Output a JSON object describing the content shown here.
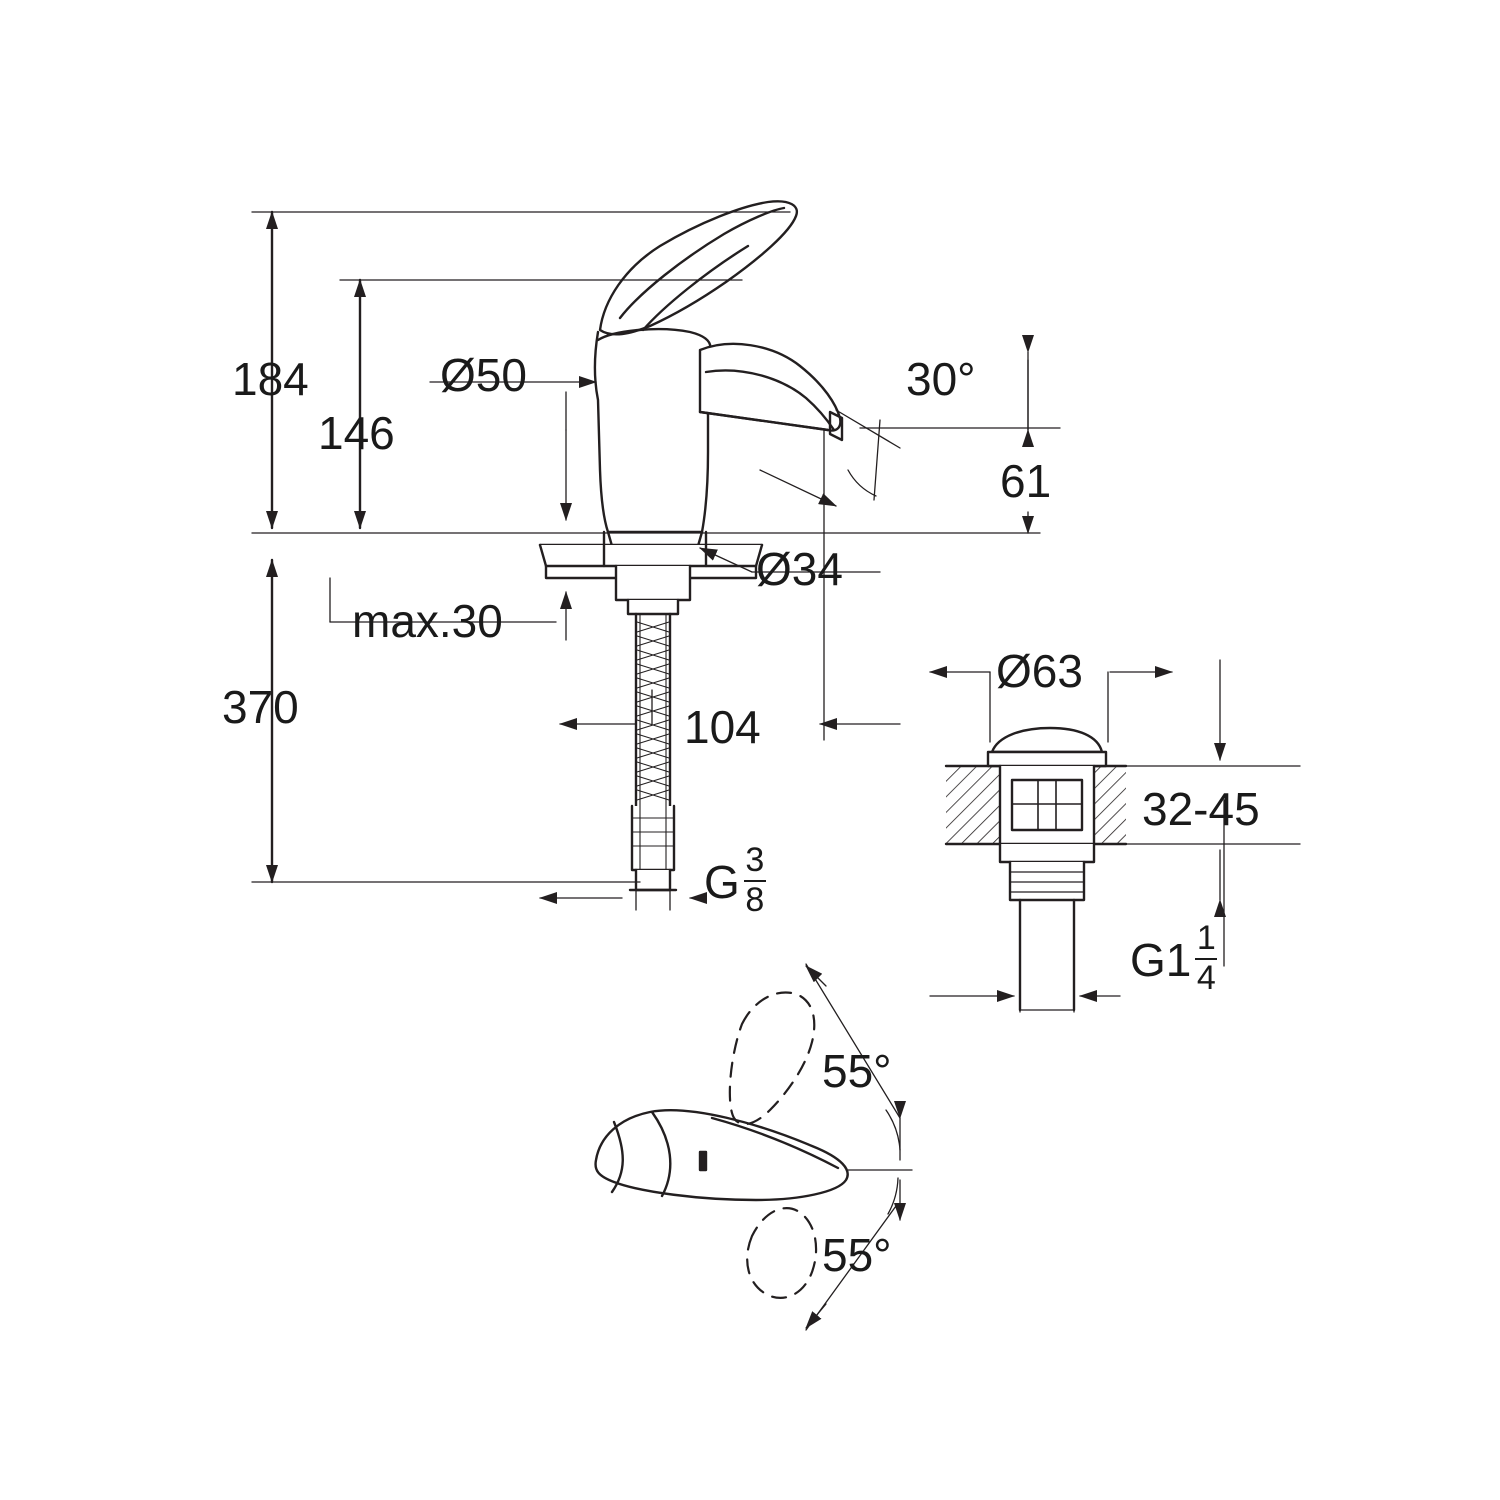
{
  "drawing": {
    "title": "Faucet technical dimension drawing",
    "line_color": "#231f20",
    "background": "#ffffff"
  },
  "dimensions": {
    "total_height": "184",
    "spout_height": "146",
    "overall_length": "370",
    "thread_diameter_base": "Ø50",
    "body_diameter": "Ø34",
    "max_thickness": "max.30",
    "projection": "104",
    "spout_outlet_height": "61",
    "spout_angle": "30°",
    "drain_cap_diameter": "Ø63",
    "basin_thickness_range": "32-45",
    "lever_angle_up": "55°",
    "lever_angle_down": "55°"
  },
  "threads": {
    "supply_thread_letter": "G",
    "supply_thread_num": "3",
    "supply_thread_den": "8",
    "drain_thread_letter": "G1",
    "drain_thread_num": "1",
    "drain_thread_den": "4"
  }
}
